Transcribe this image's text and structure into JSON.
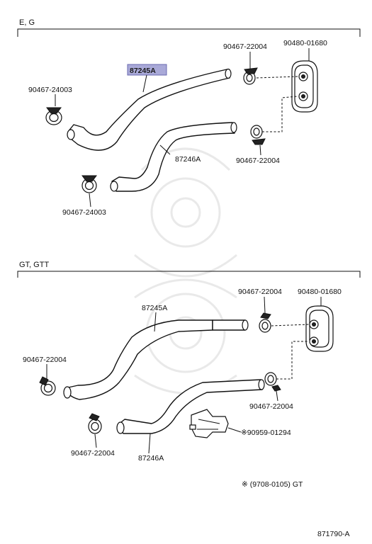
{
  "sections": [
    {
      "title": "E, G",
      "labels": {
        "hose_upper": "87245A",
        "hose_lower": "87246A",
        "clamp_left_upper": "90467-24003",
        "clamp_left_lower": "90467-24003",
        "clamp_right_upper": "90467-22004",
        "clamp_right_lower": "90467-22004",
        "grommet": "90480-01680"
      },
      "highlighted": "87245A"
    },
    {
      "title": "GT, GTT",
      "labels": {
        "hose_upper": "87245A",
        "hose_lower": "87246A",
        "clamp_left_upper": "90467-22004",
        "clamp_left_lower": "90467-22004",
        "clamp_right_upper": "90467-22004",
        "clamp_right_lower": "90467-22004",
        "grommet": "90480-01680",
        "bracket": "※90959-01294"
      }
    }
  ],
  "footnote": "※ (9708-0105) GT",
  "figure_number": "871790-A",
  "colors": {
    "highlight_fill": "#a9a9d8",
    "highlight_border": "#6a6ab0",
    "line": "#111111"
  }
}
